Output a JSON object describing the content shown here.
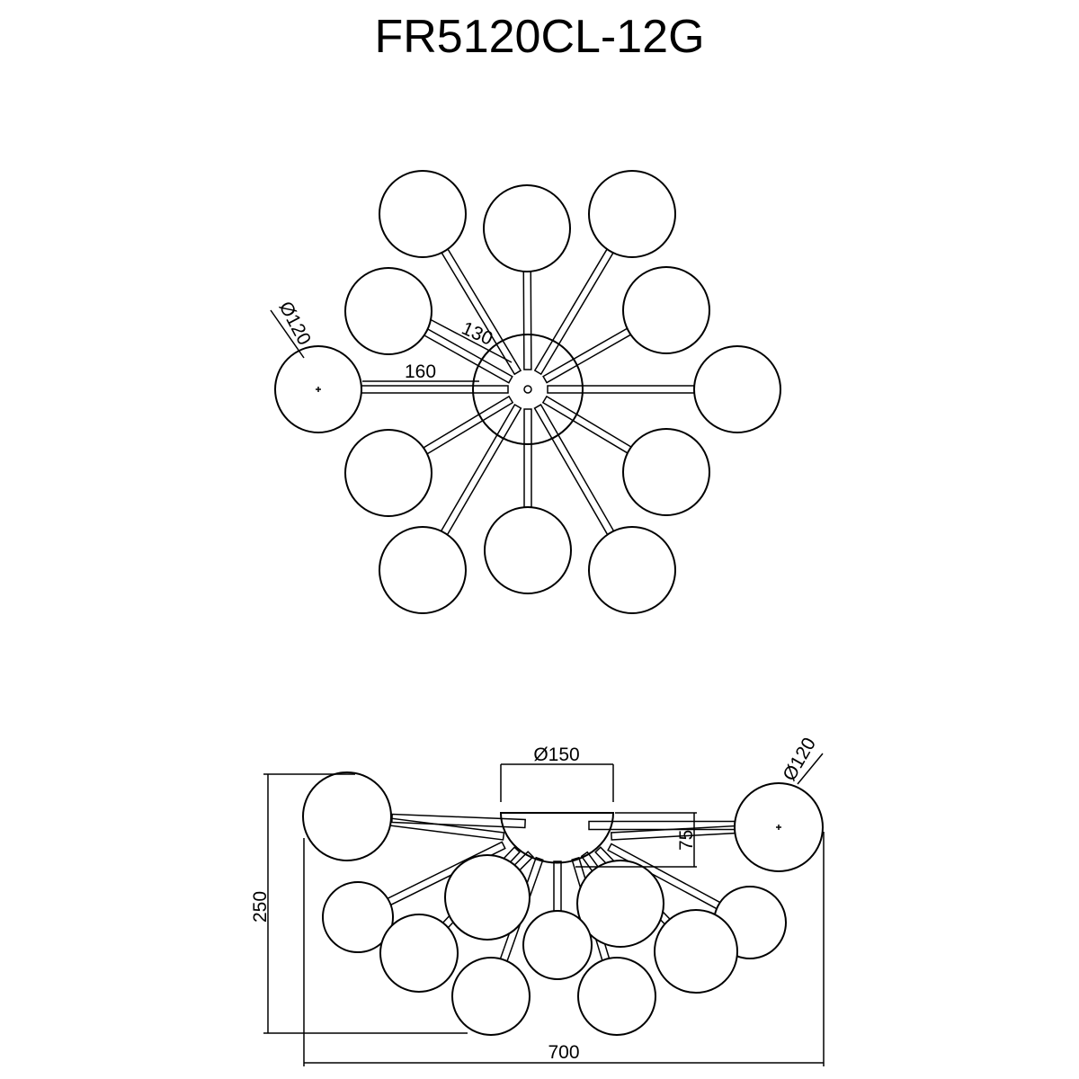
{
  "title": "FR5120CL-12G",
  "top_view": {
    "globe_diameter_label": "Ø120",
    "arm_length_label": "130",
    "arm_length_label_2": "160"
  },
  "side_view": {
    "canopy_diameter_label": "Ø150",
    "canopy_height_label": "75",
    "globe_diameter_label": "Ø120",
    "overall_height_label": "250",
    "overall_width_label": "700"
  }
}
